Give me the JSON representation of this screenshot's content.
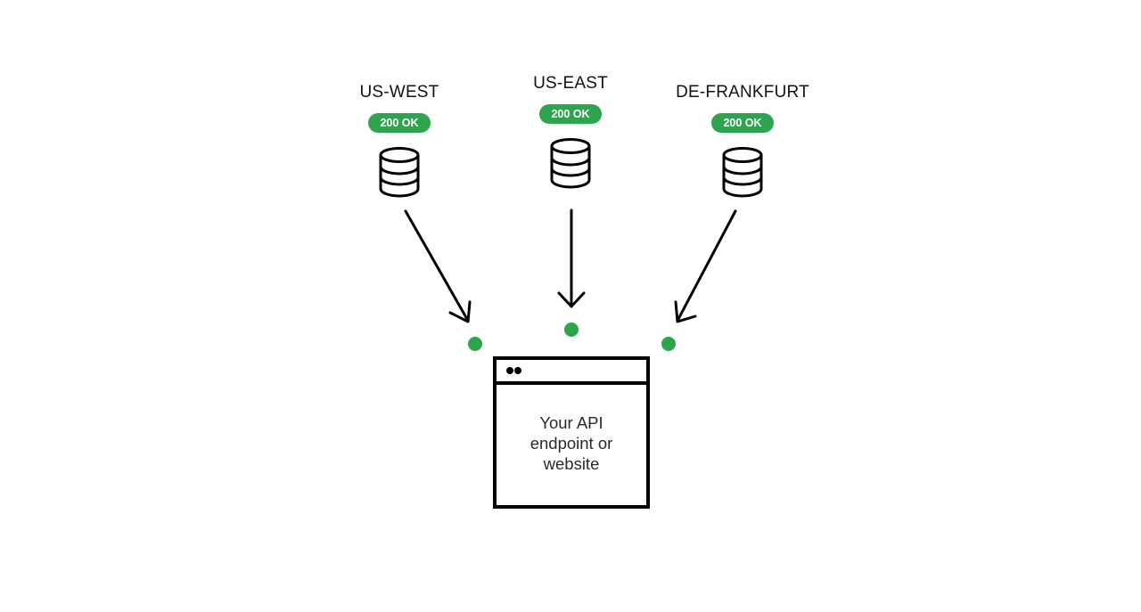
{
  "regions": [
    {
      "name": "US-WEST",
      "status": "200 OK"
    },
    {
      "name": "US-EAST",
      "status": "200 OK"
    },
    {
      "name": "DE-FRANKFURT",
      "status": "200 OK"
    }
  ],
  "target": {
    "label": "Your API endpoint or website"
  },
  "colors": {
    "status_green": "#2ea44f",
    "stroke": "#000000"
  },
  "icons": {
    "region": "database-icon",
    "target": "browser-window-icon"
  }
}
